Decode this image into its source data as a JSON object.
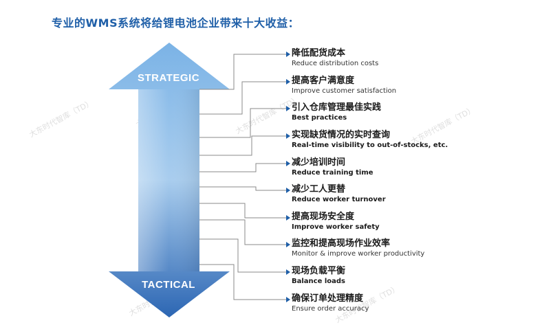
{
  "title": "专业的WMS系统将给锂电池企业带来十大收益：",
  "arrow": {
    "top_label": "STRATEGIC",
    "bottom_label": "TACTICAL"
  },
  "benefits": [
    {
      "zh": "降低配货成本",
      "en": "Reduce distribution costs",
      "en_bold": false
    },
    {
      "zh": "提高客户满意度",
      "en": "Improve customer satisfaction",
      "en_bold": false
    },
    {
      "zh": "引入仓库管理最佳实践",
      "en": "Best practices",
      "en_bold": true
    },
    {
      "zh": "实现缺货情况的实时查询",
      "en": "Real-time visibility to out-of-stocks, etc.",
      "en_bold": true
    },
    {
      "zh": "减少培训时间",
      "en": "Reduce training time",
      "en_bold": true
    },
    {
      "zh": "减少工人更替",
      "en": "Reduce worker turnover",
      "en_bold": true
    },
    {
      "zh": "提高现场安全度",
      "en": "Improve worker safety",
      "en_bold": true
    },
    {
      "zh": "监控和提高现场作业效率",
      "en": "Monitor & improve worker productivity",
      "en_bold": false
    },
    {
      "zh": "现场负载平衡",
      "en": "Balance loads",
      "en_bold": true
    },
    {
      "zh": "确保订单处理精度",
      "en": "Ensure order accuracy",
      "en_bold": false
    }
  ],
  "colors": {
    "title": "#1f5fa8",
    "arrow_top": "#6aa6df",
    "arrow_bottom": "#2f69b6",
    "connector": "#8a8a8a",
    "bullet": "#1f5fa8"
  },
  "watermark": "大东时代智库（TD）"
}
